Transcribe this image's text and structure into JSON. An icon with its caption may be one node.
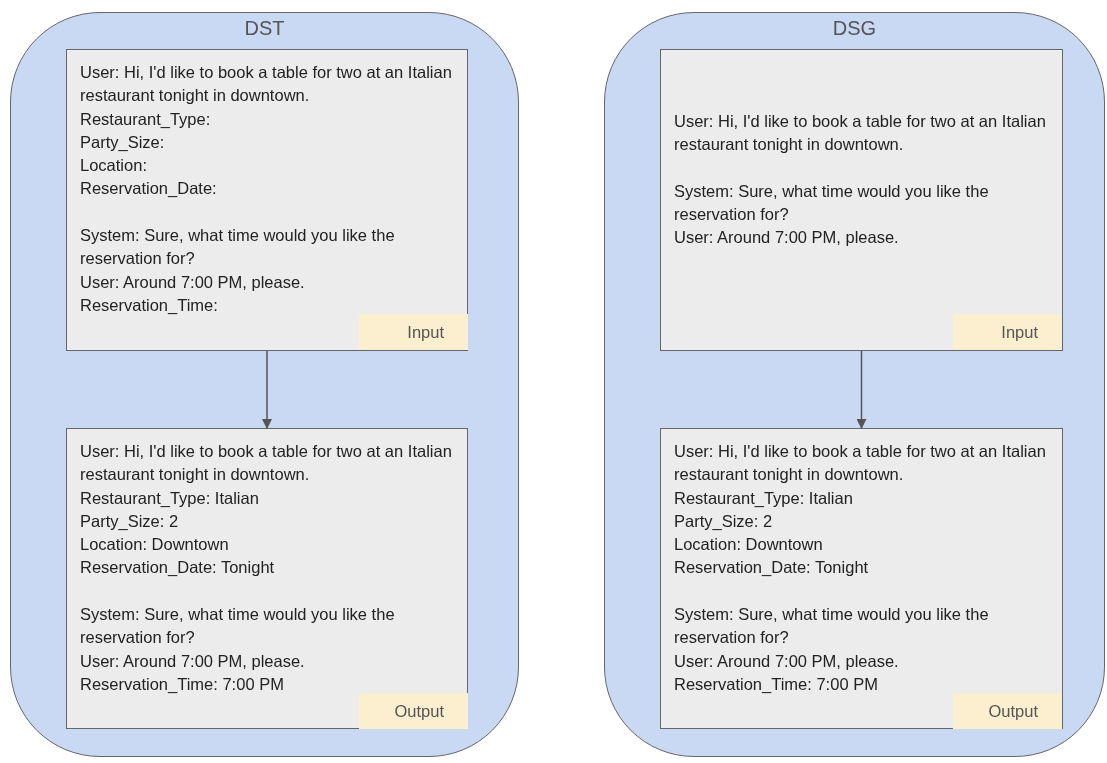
{
  "diagram": {
    "nodes": [
      {
        "text": [
          "DST"
        ]
      },
      {
        "text": [
          "User: Hi, I'd like to book a table for two at an Italian restaurant tonight in downtown.",
          "Restaurant_Type:",
          "Party_Size:",
          "Location:",
          "Reservation_Date:",
          "System: Sure, what time would you like the reservation for?",
          "User: Around 7:00 PM, please.",
          "Reservation_Time:"
        ],
        "in": 0
      },
      {
        "text": [
          "Input"
        ],
        "in": 1
      },
      {
        "text": [
          "User: Hi, I'd like to book a table for two at an Italian restaurant tonight in downtown.",
          "Restaurant_Type: Italian",
          "Party_Size: 2",
          "Location: Downtown",
          "Reservation_Date: Tonight",
          "System: Sure, what time would you like the reservation for?",
          "User: Around 7:00 PM, please.",
          "Reservation_Time: 7:00 PM"
        ],
        "in": 0
      },
      {
        "text": [
          "Output"
        ],
        "in": 3
      },
      {
        "text": [
          "DSG"
        ]
      },
      {
        "text": [
          "User: Hi, I'd like to book a table for two at an Italian restaurant tonight in downtown.",
          "System: Sure, what time would you like the reservation for?",
          "User: Around 7:00 PM, please."
        ],
        "in": 5
      },
      {
        "text": [
          "Input"
        ],
        "in": 6
      },
      {
        "text": [
          "User: Hi, I'd like to book a table for two at an Italian restaurant tonight in downtown.",
          "Restaurant_Type: Italian",
          "Party_Size: 2",
          "Location: Downtown",
          "Reservation_Date: Tonight",
          "System: Sure, what time would you like the reservation for?",
          "User: Around 7:00 PM, please.",
          "Reservation_Time: 7:00 PM"
        ],
        "in": 5
      },
      {
        "text": [
          "Output"
        ],
        "in": 8
      }
    ],
    "edges": [
      {
        "from": 1,
        "to": 3,
        "arrow": "to"
      },
      {
        "from": 6,
        "to": 8,
        "arrow": "to"
      }
    ]
  }
}
